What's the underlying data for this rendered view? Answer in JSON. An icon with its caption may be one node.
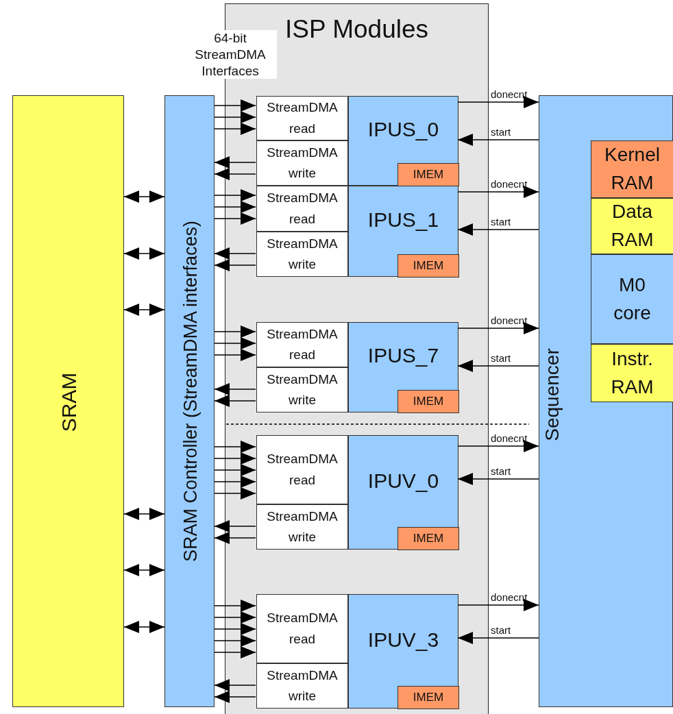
{
  "diagram": {
    "nodes": [
      {
        "text": [
          "SRAM"
        ]
      },
      {
        "text": [
          "SRAM Controller (StreamDMA interfaces)"
        ]
      },
      {
        "text": [
          "ISP Modules"
        ]
      },
      {
        "text": [
          "StreamDMA read"
        ],
        "in": 2
      },
      {
        "text": [
          "StreamDMA write"
        ],
        "in": 2
      },
      {
        "text": [
          "IPUS_0"
        ],
        "in": 2
      },
      {
        "text": [
          "IMEM"
        ],
        "in": 5
      },
      {
        "text": [
          "StreamDMA read"
        ],
        "in": 2
      },
      {
        "text": [
          "StreamDMA write"
        ],
        "in": 2
      },
      {
        "text": [
          "IPUS_1"
        ],
        "in": 2
      },
      {
        "text": [
          "IMEM"
        ],
        "in": 9
      },
      {
        "text": [
          "StreamDMA read"
        ],
        "in": 2
      },
      {
        "text": [
          "StreamDMA write"
        ],
        "in": 2
      },
      {
        "text": [
          "IPUS_7"
        ],
        "in": 2
      },
      {
        "text": [
          "IMEM"
        ],
        "in": 13
      },
      {
        "text": [
          "StreamDMA read"
        ],
        "in": 2
      },
      {
        "text": [
          "StreamDMA write"
        ],
        "in": 2
      },
      {
        "text": [
          "IPUV_0"
        ],
        "in": 2
      },
      {
        "text": [
          "IMEM"
        ],
        "in": 17
      },
      {
        "text": [
          "StreamDMA read"
        ],
        "in": 2
      },
      {
        "text": [
          "StreamDMA write"
        ],
        "in": 2
      },
      {
        "text": [
          "IPUV_3"
        ],
        "in": 2
      },
      {
        "text": [
          "IMEM"
        ],
        "in": 21
      },
      {
        "text": [
          "Sequencer"
        ]
      },
      {
        "text": [
          "Kernel RAM"
        ],
        "in": 23
      },
      {
        "text": [
          "Data RAM"
        ],
        "in": 23
      },
      {
        "text": [
          "M0 core"
        ],
        "in": 23
      },
      {
        "text": [
          "Instr. RAM"
        ],
        "in": 23
      }
    ],
    "edges": [
      {
        "from": 0,
        "to": 1,
        "arrow": "both"
      },
      {
        "from": 0,
        "to": 1,
        "arrow": "both"
      },
      {
        "from": 0,
        "to": 1,
        "arrow": "both"
      },
      {
        "from": 0,
        "to": 1,
        "arrow": "both"
      },
      {
        "from": 0,
        "to": 1,
        "arrow": "both"
      },
      {
        "from": 0,
        "to": 1,
        "arrow": "both"
      },
      {
        "from": 1,
        "to": 3,
        "arrow": "to"
      },
      {
        "from": 1,
        "to": 3,
        "arrow": "to"
      },
      {
        "from": 1,
        "to": 3,
        "arrow": "to"
      },
      {
        "from": 4,
        "to": 1,
        "arrow": "to"
      },
      {
        "from": 4,
        "to": 1,
        "arrow": "to"
      },
      {
        "from": 5,
        "to": 23,
        "arrow": "to",
        "label": "donecnt"
      },
      {
        "from": 23,
        "to": 5,
        "arrow": "to",
        "label": "start"
      },
      {
        "from": 1,
        "to": 7,
        "arrow": "to"
      },
      {
        "from": 1,
        "to": 7,
        "arrow": "to"
      },
      {
        "from": 1,
        "to": 7,
        "arrow": "to"
      },
      {
        "from": 8,
        "to": 1,
        "arrow": "to"
      },
      {
        "from": 8,
        "to": 1,
        "arrow": "to"
      },
      {
        "from": 9,
        "to": 23,
        "arrow": "to",
        "label": "donecnt"
      },
      {
        "from": 23,
        "to": 9,
        "arrow": "to",
        "label": "start"
      },
      {
        "from": 1,
        "to": 11,
        "arrow": "to"
      },
      {
        "from": 1,
        "to": 11,
        "arrow": "to"
      },
      {
        "from": 1,
        "to": 11,
        "arrow": "to"
      },
      {
        "from": 12,
        "to": 1,
        "arrow": "to"
      },
      {
        "from": 12,
        "to": 1,
        "arrow": "to"
      },
      {
        "from": 13,
        "to": 23,
        "arrow": "to",
        "label": "donecnt"
      },
      {
        "from": 23,
        "to": 13,
        "arrow": "to",
        "label": "start"
      },
      {
        "from": 1,
        "to": 15,
        "arrow": "to"
      },
      {
        "from": 1,
        "to": 15,
        "arrow": "to"
      },
      {
        "from": 1,
        "to": 15,
        "arrow": "to"
      },
      {
        "from": 1,
        "to": 15,
        "arrow": "to"
      },
      {
        "from": 1,
        "to": 15,
        "arrow": "to"
      },
      {
        "from": 16,
        "to": 1,
        "arrow": "to"
      },
      {
        "from": 16,
        "to": 1,
        "arrow": "to"
      },
      {
        "from": 17,
        "to": 23,
        "arrow": "to",
        "label": "donecnt"
      },
      {
        "from": 23,
        "to": 17,
        "arrow": "to",
        "label": "start"
      },
      {
        "from": 1,
        "to": 19,
        "arrow": "to"
      },
      {
        "from": 1,
        "to": 19,
        "arrow": "to"
      },
      {
        "from": 1,
        "to": 19,
        "arrow": "to"
      },
      {
        "from": 1,
        "to": 19,
        "arrow": "to"
      },
      {
        "from": 1,
        "to": 19,
        "arrow": "to"
      },
      {
        "from": 20,
        "to": 1,
        "arrow": "to"
      },
      {
        "from": 20,
        "to": 1,
        "arrow": "to"
      },
      {
        "from": 21,
        "to": 23,
        "arrow": "to",
        "label": "donecnt"
      },
      {
        "from": 23,
        "to": 21,
        "arrow": "to",
        "label": "start"
      }
    ],
    "labels": [
      "64-bit StreamDMA Interfaces"
    ]
  }
}
